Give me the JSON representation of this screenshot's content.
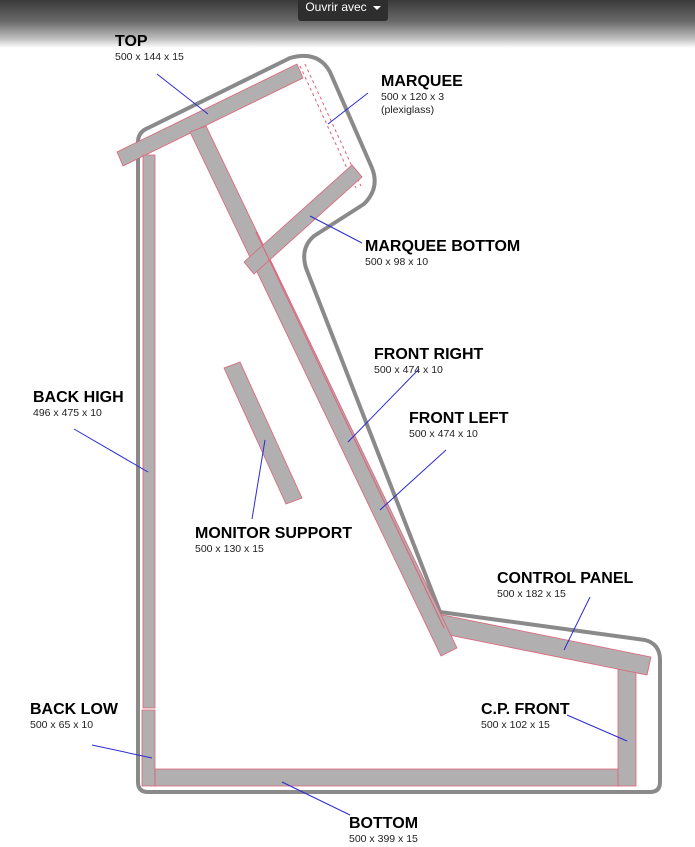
{
  "toolbar": {
    "open_with_label": "Ouvrir avec"
  },
  "labels": {
    "top": {
      "title": "TOP",
      "dims": "500 x 144 x 15"
    },
    "marquee": {
      "title": "MARQUEE",
      "dims": "500 x 120 x 3",
      "note": "(plexiglass)"
    },
    "marquee_bottom": {
      "title": "MARQUEE BOTTOM",
      "dims": "500 x 98 x 10"
    },
    "front_right": {
      "title": "FRONT RIGHT",
      "dims": "500 x 474 x 10"
    },
    "front_left": {
      "title": "FRONT LEFT",
      "dims": "500 x 474 x 10"
    },
    "back_high": {
      "title": "BACK HIGH",
      "dims": "496 x 475 x 10"
    },
    "monitor_support": {
      "title": "MONITOR SUPPORT",
      "dims": "500 x 130 x 15"
    },
    "control_panel": {
      "title": "CONTROL PANEL",
      "dims": "500 x 182 x 15"
    },
    "back_low": {
      "title": "BACK LOW",
      "dims": "500 x 65 x 10"
    },
    "cp_front": {
      "title": "C.P. FRONT",
      "dims": "500 x 102 x 15"
    },
    "bottom": {
      "title": "BOTTOM",
      "dims": "500 x 399 x 15"
    }
  },
  "colors": {
    "panel": "#b1afaf",
    "outline": "#8a8a8a",
    "leader": "#2b2bd6",
    "edge": "#e0607a"
  }
}
